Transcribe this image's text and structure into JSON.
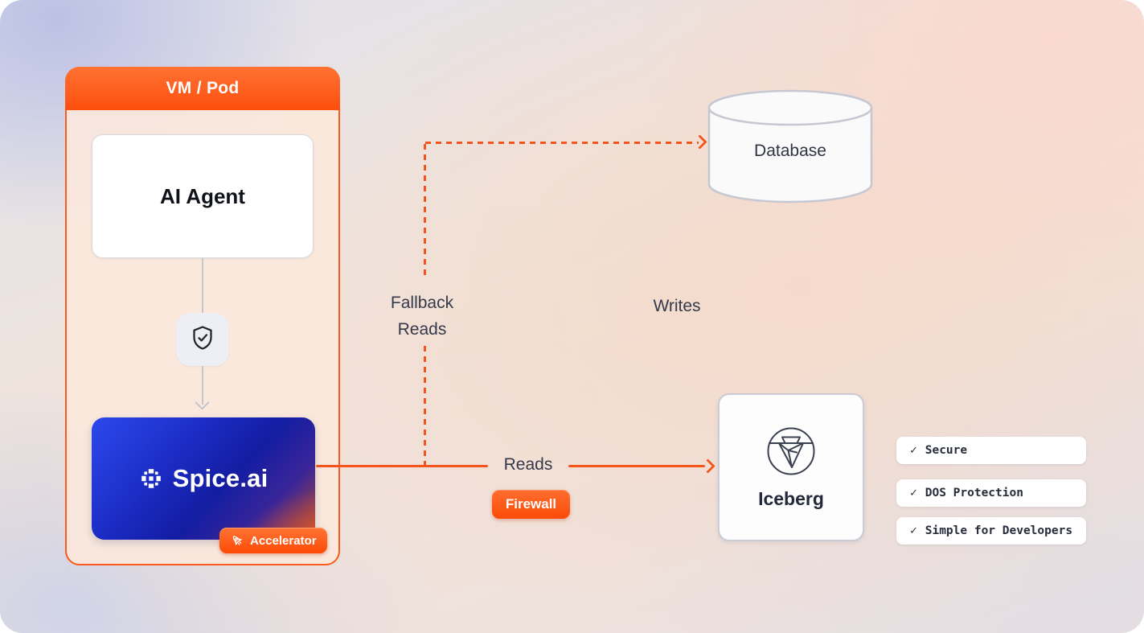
{
  "diagram": {
    "container": {
      "title": "VM / Pod"
    },
    "nodes": {
      "ai_agent": {
        "label": "AI Agent"
      },
      "spice": {
        "label": "Spice.ai",
        "badge": "Accelerator"
      },
      "database": {
        "label": "Database"
      },
      "iceberg": {
        "label": "Iceberg"
      }
    },
    "edges": {
      "reads": {
        "label": "Reads",
        "badge": "Firewall"
      },
      "fallback_reads": {
        "line1": "Fallback",
        "line2": "Reads"
      },
      "writes": {
        "label": "Writes"
      }
    },
    "features": [
      {
        "check": "✓",
        "text": "Secure"
      },
      {
        "check": "✓",
        "text": "DOS Protection"
      },
      {
        "check": "✓",
        "text": "Simple for Developers"
      }
    ],
    "icons": {
      "shield": "shield-check-icon",
      "spice_logo": "spice-pixel-logo-icon",
      "iceberg_logo": "iceberg-logo-icon",
      "rocket": "rocket-icon",
      "database_shape": "database-cylinder"
    },
    "colors": {
      "accent_orange": "#F4551C",
      "header_orange_top": "#FF7233",
      "header_orange_bottom": "#FD4F0E",
      "spice_blue": "#1C2DC6",
      "text_dark": "#343A4B",
      "border_gray": "#C9CBD6",
      "pod_fill": "#FCE8DC"
    }
  }
}
